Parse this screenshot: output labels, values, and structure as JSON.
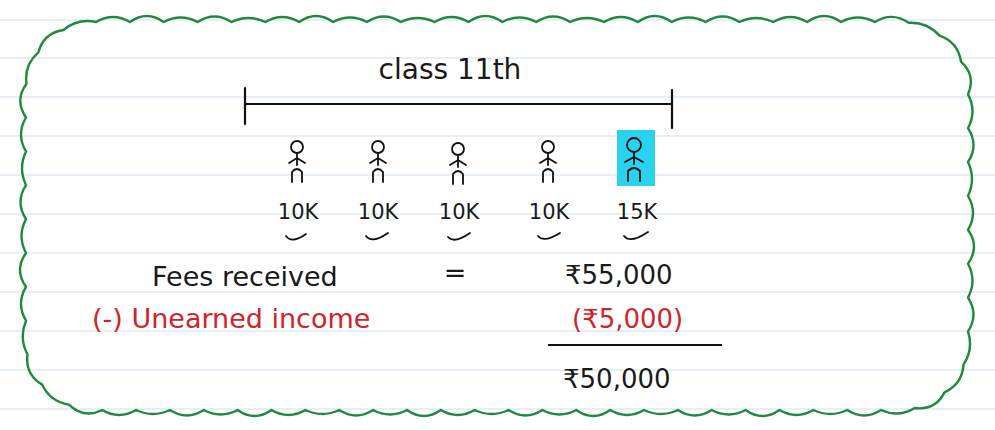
{
  "diagram": {
    "nodes": [
      {
        "text": [
          "class 11th",
          "10K",
          "10K",
          "10K",
          "10K",
          "15K",
          "Fees received",
          "=",
          "₹55,000",
          "(-) Unearned income",
          "(₹5,000)",
          "₹50,000"
        ]
      }
    ]
  }
}
